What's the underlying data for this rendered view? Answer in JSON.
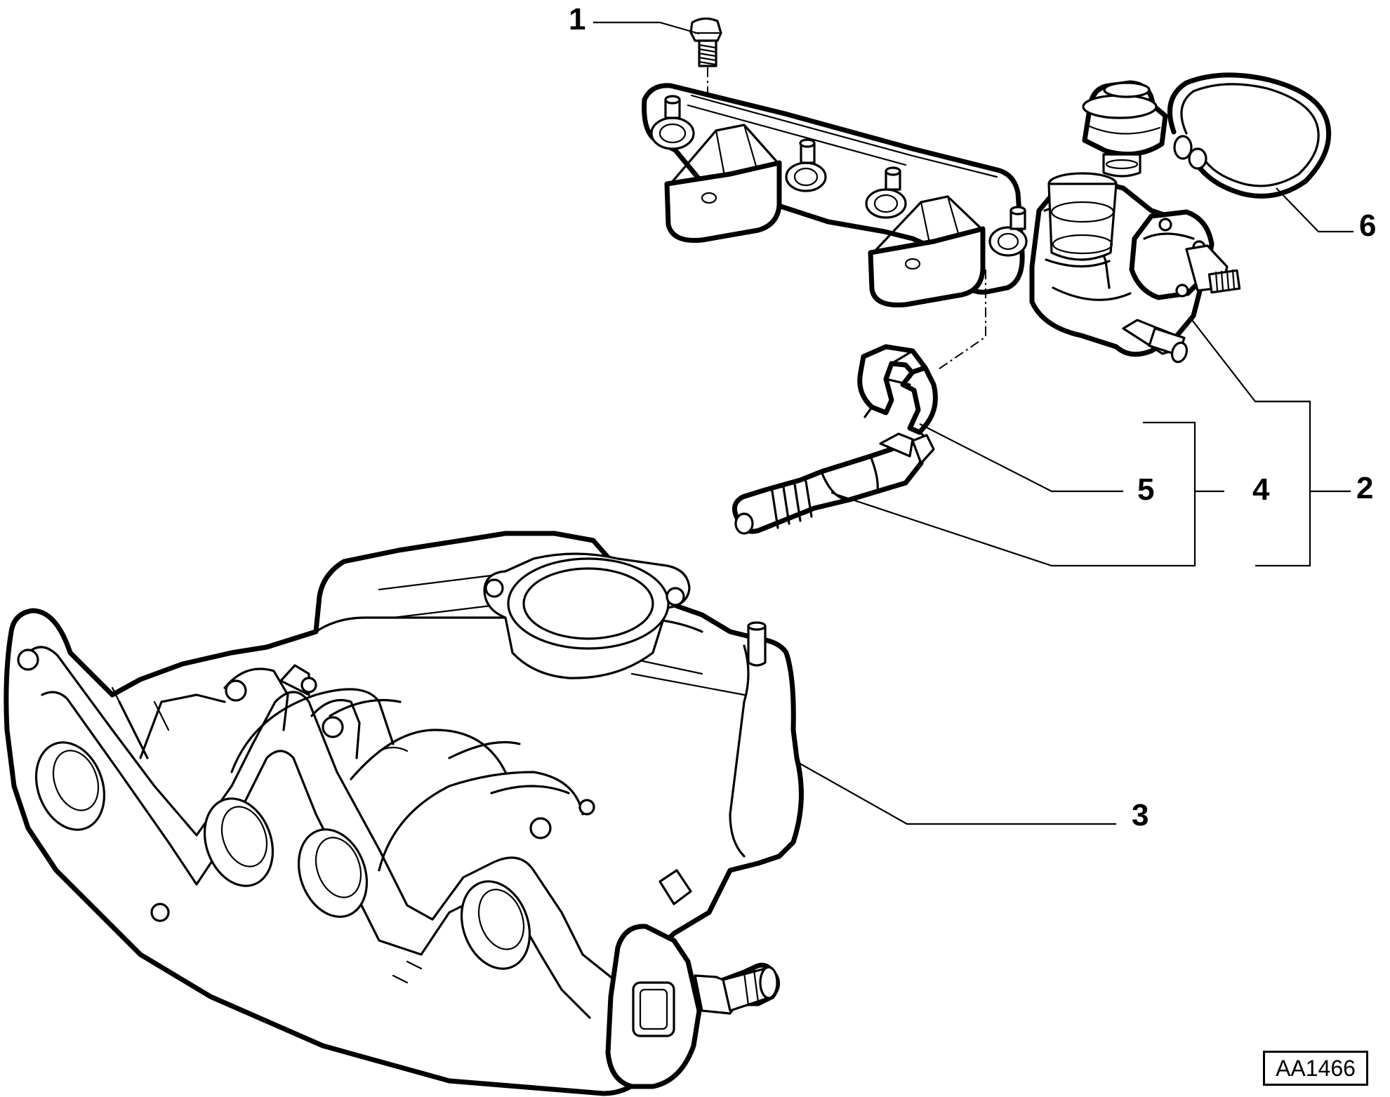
{
  "callouts": [
    {
      "id": "1",
      "label": "1"
    },
    {
      "id": "2",
      "label": "2"
    },
    {
      "id": "3",
      "label": "3"
    },
    {
      "id": "4",
      "label": "4"
    },
    {
      "id": "5",
      "label": "5"
    },
    {
      "id": "6",
      "label": "6"
    }
  ],
  "reference_code": "AA1466"
}
